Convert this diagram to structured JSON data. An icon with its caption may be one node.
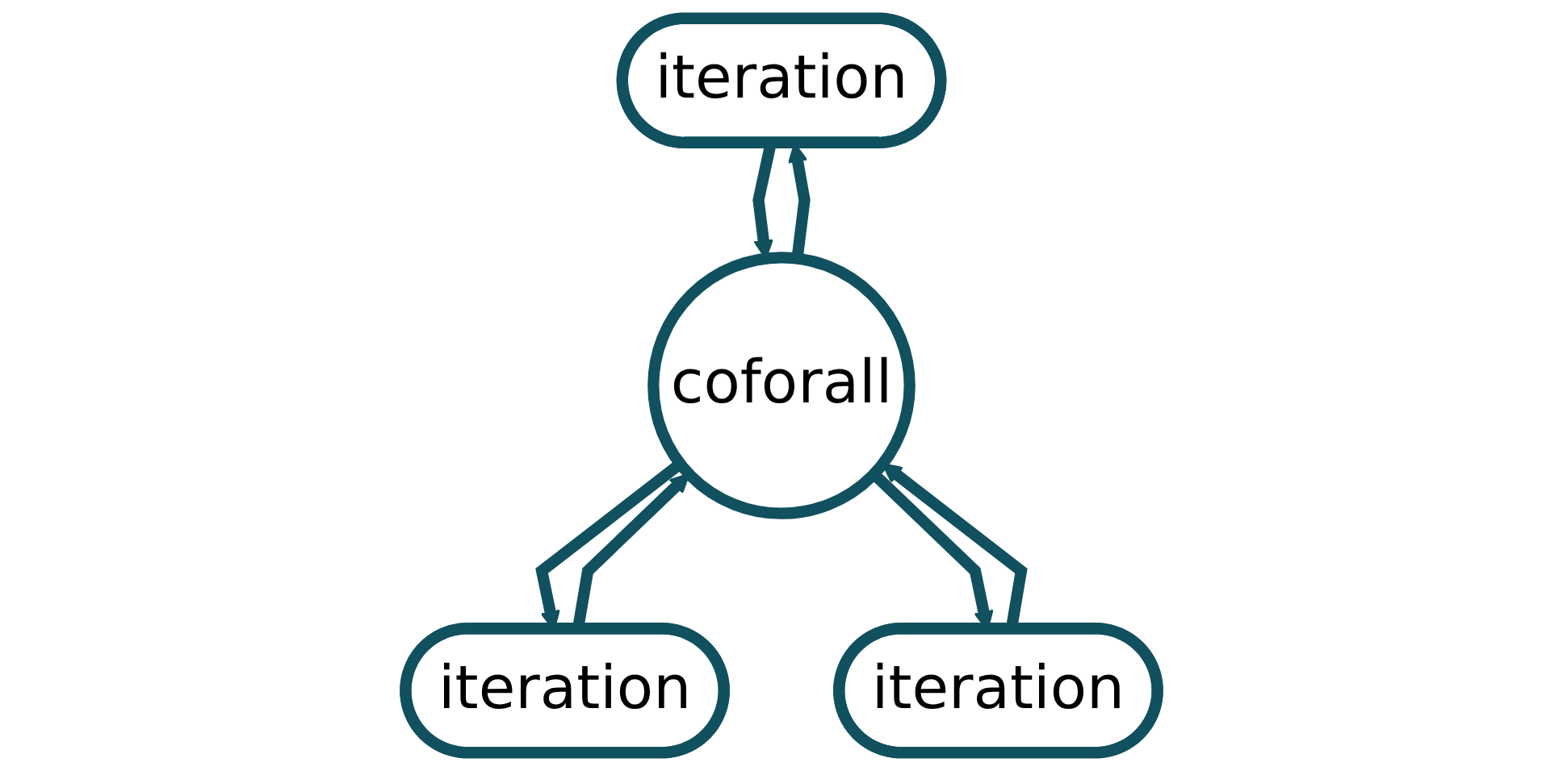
{
  "diagram": {
    "nodes": [
      {
        "text": [
          "iteration"
        ]
      },
      {
        "text": [
          "coforall"
        ]
      },
      {
        "text": [
          "iteration"
        ]
      },
      {
        "text": [
          "iteration"
        ]
      }
    ],
    "edges": [
      {
        "from": 1,
        "to": 0,
        "arrow": "to"
      },
      {
        "from": 1,
        "to": 2,
        "arrow": "to"
      },
      {
        "from": 1,
        "to": 3,
        "arrow": "to"
      },
      {
        "from": 0,
        "to": 1,
        "arrow": "to"
      },
      {
        "from": 2,
        "to": 1,
        "arrow": "to"
      },
      {
        "from": 3,
        "to": 1,
        "arrow": "to"
      }
    ]
  }
}
